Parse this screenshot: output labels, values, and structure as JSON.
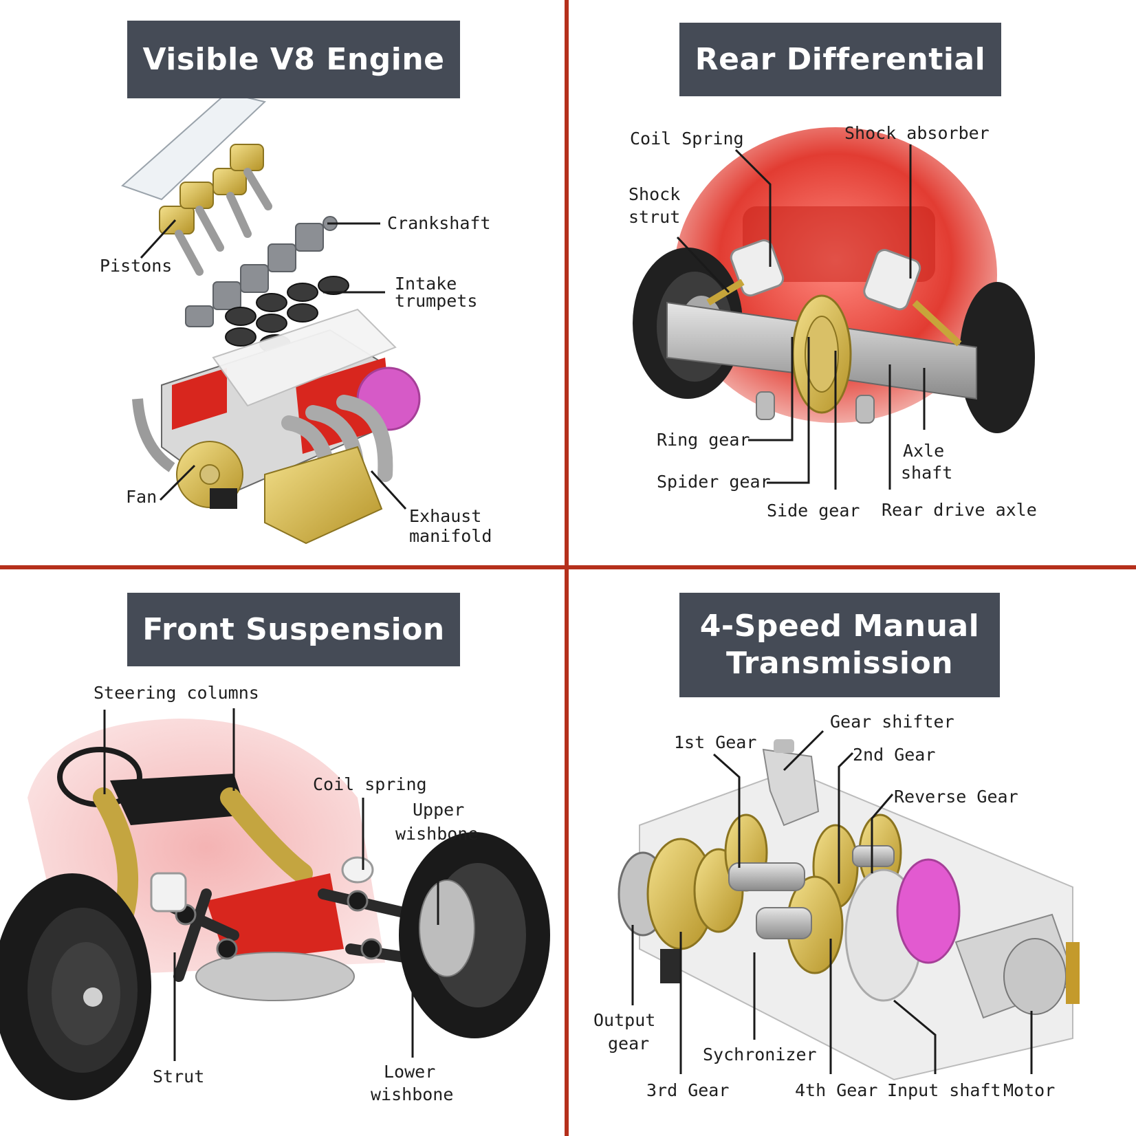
{
  "panels": {
    "engine": {
      "title": "Visible V8 Engine",
      "labels": {
        "crankshaft": "Crankshaft",
        "pistons": "Pistons",
        "intake_1": "Intake",
        "intake_2": "trumpets",
        "fan": "Fan",
        "exhaust_1": "Exhaust",
        "exhaust_2": "manifold"
      }
    },
    "differential": {
      "title": "Rear Differential",
      "labels": {
        "coil_spring": "Coil Spring",
        "shock_absorber": "Shock absorber",
        "shock_strut_1": "Shock",
        "shock_strut_2": "strut",
        "ring_gear": "Ring gear",
        "spider_gear": "Spider gear",
        "side_gear": "Side gear",
        "axle_shaft_1": "Axle",
        "axle_shaft_2": "shaft",
        "rear_drive_axle": "Rear drive axle"
      }
    },
    "suspension": {
      "title": "Front Suspension",
      "labels": {
        "steering_columns": "Steering columns",
        "coil_spring": "Coil spring",
        "upper_wishbone_1": "Upper",
        "upper_wishbone_2": "wishbone",
        "strut": "Strut",
        "lower_wishbone_1": "Lower",
        "lower_wishbone_2": "wishbone"
      }
    },
    "transmission": {
      "title_line1": "4-Speed Manual",
      "title_line2": "Transmission",
      "labels": {
        "gear_shifter": "Gear shifter",
        "first_gear": "1st Gear",
        "second_gear": "2nd Gear",
        "reverse_gear": "Reverse Gear",
        "output_gear_1": "Output",
        "output_gear_2": "gear",
        "sychronizer": "Sychronizer",
        "third_gear": "3rd Gear",
        "fourth_gear": "4th Gear",
        "input_shaft": "Input shaft",
        "motor": "Motor"
      }
    }
  },
  "colors": {
    "divider": "#b5301c",
    "title_bg": "#454b56",
    "title_text": "#ffffff",
    "label_text": "#1e1e1e"
  }
}
